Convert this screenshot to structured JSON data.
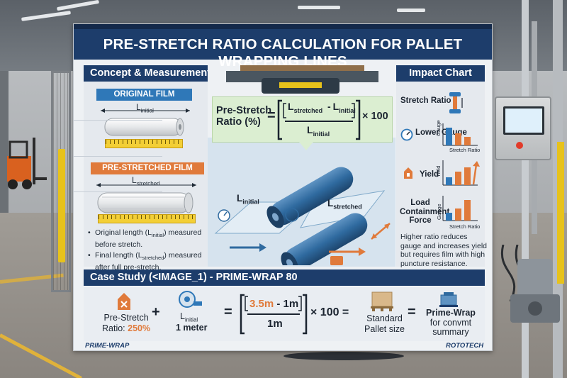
{
  "title": "PRE-STRETCH RATIO CALCULATION FOR PALLET WRAPPING LINES",
  "concept": {
    "heading": "Concept & Measurement",
    "original_label": "ORIGINAL FILM",
    "original_length": "L",
    "original_sub": "initial",
    "prestretched_label": "PRE-STRETCHED FILM",
    "stretched_length": "L",
    "stretched_sub": "stretched",
    "bullet1_a": "Original length (L",
    "bullet1_sub": "initial",
    "bullet1_b": ") measured",
    "bullet1_c": "before stretch.",
    "bullet2_a": "Final length (L",
    "bullet2_sub": "stretched",
    "bullet2_b": ") measured",
    "bullet2_c": "after full pre-stretch."
  },
  "formula": {
    "lhs_line1": "Pre-Stretch",
    "lhs_line2": "Ratio (%)",
    "eq": "=",
    "num_a": "L",
    "num_a_sub": "stretched",
    "minus": "-",
    "num_b": "L",
    "num_b_sub": "initial",
    "den": "L",
    "den_sub": "initial",
    "times": "× 100"
  },
  "diagram": {
    "left_label": "L",
    "left_sub": "initial",
    "right_label": "L",
    "right_sub": "stretched"
  },
  "impact": {
    "heading": "Impact Chart",
    "rows": [
      {
        "label": "Stretch Ratio"
      },
      {
        "label": "Lower Gauge",
        "axis_y": "Gauge",
        "axis_x": "Stretch Ratio"
      },
      {
        "label": "Yield",
        "axis_y": "Yield"
      },
      {
        "label": "Load Containment Force",
        "axis_y": "Gauge",
        "axis_x": "Stretch Ratio"
      }
    ],
    "note": "Higher ratio reduces gauge and increases yield but requires film with high puncture resistance."
  },
  "case": {
    "heading": "Case Study (<IMAGE_1) - PRIME-WRAP 80",
    "ratio_label": "Pre-Stretch",
    "ratio_label2": "Ratio:",
    "ratio_value": "250%",
    "plus": "+",
    "l_initial": "L",
    "l_initial_sub": "initial",
    "l_value": "1 meter",
    "eq1": "=",
    "num_a": "3.5m",
    "num_minus": "- 1m",
    "den": "1m",
    "times": "× 100 =",
    "pallet_label": "Standard",
    "pallet_label2": "Pallet size",
    "eq2": "=",
    "brand": "Prime-Wrap",
    "brand_sub1": "for convmt",
    "brand_sub2": "summary"
  },
  "footer": {
    "left": "PRIME-WRAP",
    "right": "ROTOTECH"
  },
  "colors": {
    "navy": "#1d3d6b",
    "orange": "#e07a3b",
    "blue": "#2f78b8",
    "green_box": "#dbeed1",
    "ruler": "#f3cf36"
  }
}
